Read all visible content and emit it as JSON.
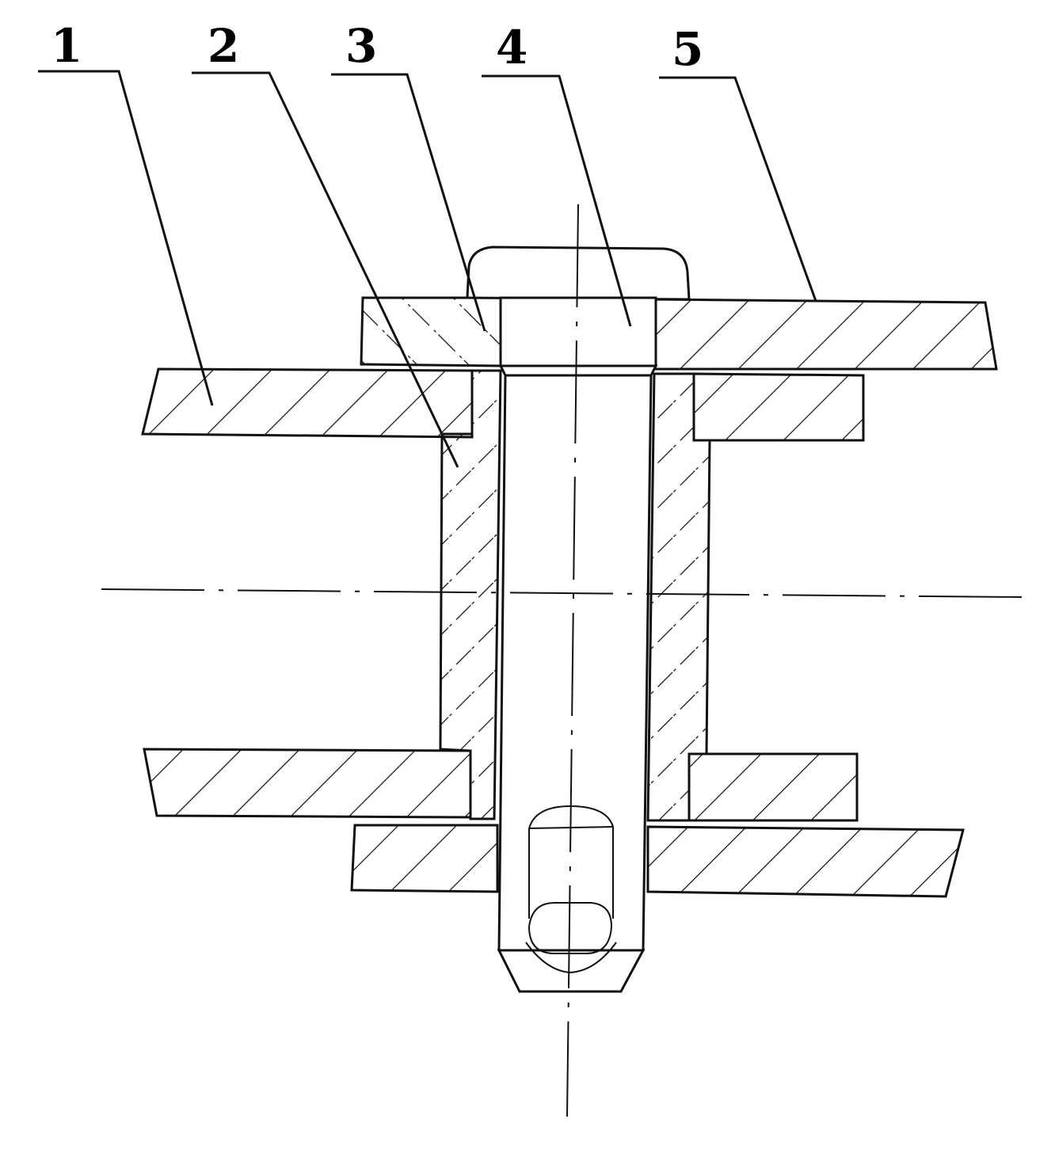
{
  "labels": [
    {
      "id": "1",
      "text": "1"
    },
    {
      "id": "2",
      "text": "2"
    },
    {
      "id": "3",
      "text": "3"
    },
    {
      "id": "4",
      "text": "4"
    },
    {
      "id": "5",
      "text": "5"
    }
  ],
  "colors": {
    "line": "#111111",
    "background": "#ffffff"
  }
}
